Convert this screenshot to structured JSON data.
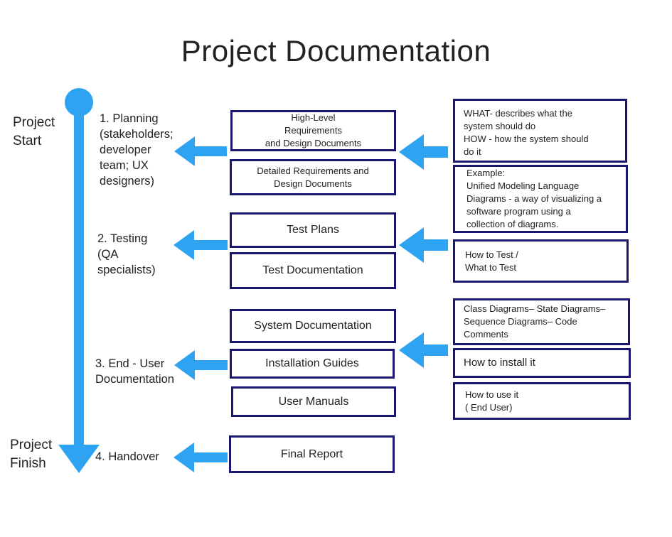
{
  "title": "Project  Documentation",
  "timeline": {
    "start_label": "Project\nStart",
    "finish_label": "Project\nFinish",
    "color": "#2ea3f2"
  },
  "phases": [
    {
      "label": "1. Planning\n(stakeholders;\ndeveloper\nteam; UX\ndesigners)"
    },
    {
      "label": "2. Testing\n(QA\nspecialists)"
    },
    {
      "label": "3. End - User\nDocumentation"
    },
    {
      "label": "4. Handover"
    }
  ],
  "documents": [
    {
      "label": "High-Level\nRequirements\nand Design Documents"
    },
    {
      "label": "Detailed Requirements and\nDesign Documents"
    },
    {
      "label": "Test Plans"
    },
    {
      "label": "Test Documentation"
    },
    {
      "label": "System  Documentation"
    },
    {
      "label": "Installation Guides"
    },
    {
      "label": "User Manuals"
    },
    {
      "label": "Final Report"
    }
  ],
  "notes": [
    {
      "text": "WHAT- describes what the\nsystem should do\nHOW - how the system should\ndo it"
    },
    {
      "text": "Example:\nUnified Modeling Language\nDiagrams - a way of visualizing a\nsoftware program using a\ncollection of diagrams."
    },
    {
      "text": "How to Test /\nWhat to Test"
    },
    {
      "text": "Class Diagrams– State Diagrams–\nSequence Diagrams– Code\nComments"
    },
    {
      "text": "How to install it"
    },
    {
      "text": "How to use it\n( End User)"
    }
  ],
  "colors": {
    "arrow": "#2ea3f2",
    "box_border": "#1b1670",
    "text": "#222222"
  }
}
